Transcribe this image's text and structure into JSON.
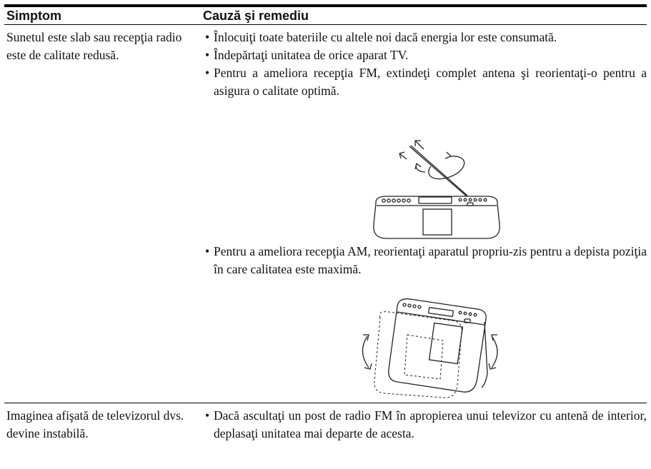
{
  "table": {
    "header": {
      "symptom": "Simptom",
      "cause": "Cauză şi remediu"
    },
    "rows": [
      {
        "symptom": "Sunetul este slab sau recepţia radio este de calitate redusă.",
        "remedies": [
          "Înlocuiţi toate bateriile cu altele noi dacă energia lor este consumată.",
          "Îndepărtaţi unitatea de orice aparat TV.",
          "Pentru a ameliora recepţia FM, extindeţi complet antena şi reorientaţi-o pentru a asigura o calitate optimă.",
          "Pentru a ameliora recepţia AM, reorientaţi aparatul propriu-zis pentru a depista poziţia în care calitatea este maximă."
        ]
      },
      {
        "symptom": "Imaginea afişată de televizorul dvs. devine instabilă.",
        "remedies": [
          "Dacă ascultaţi un post de radio FM în apropierea unui televizor cu antenă de interior, deplasaţi unitatea mai departe de acesta."
        ]
      }
    ]
  },
  "illustrations": [
    {
      "icon": "fm-antenna-radio-icon"
    },
    {
      "icon": "am-rotate-radio-icon"
    }
  ]
}
